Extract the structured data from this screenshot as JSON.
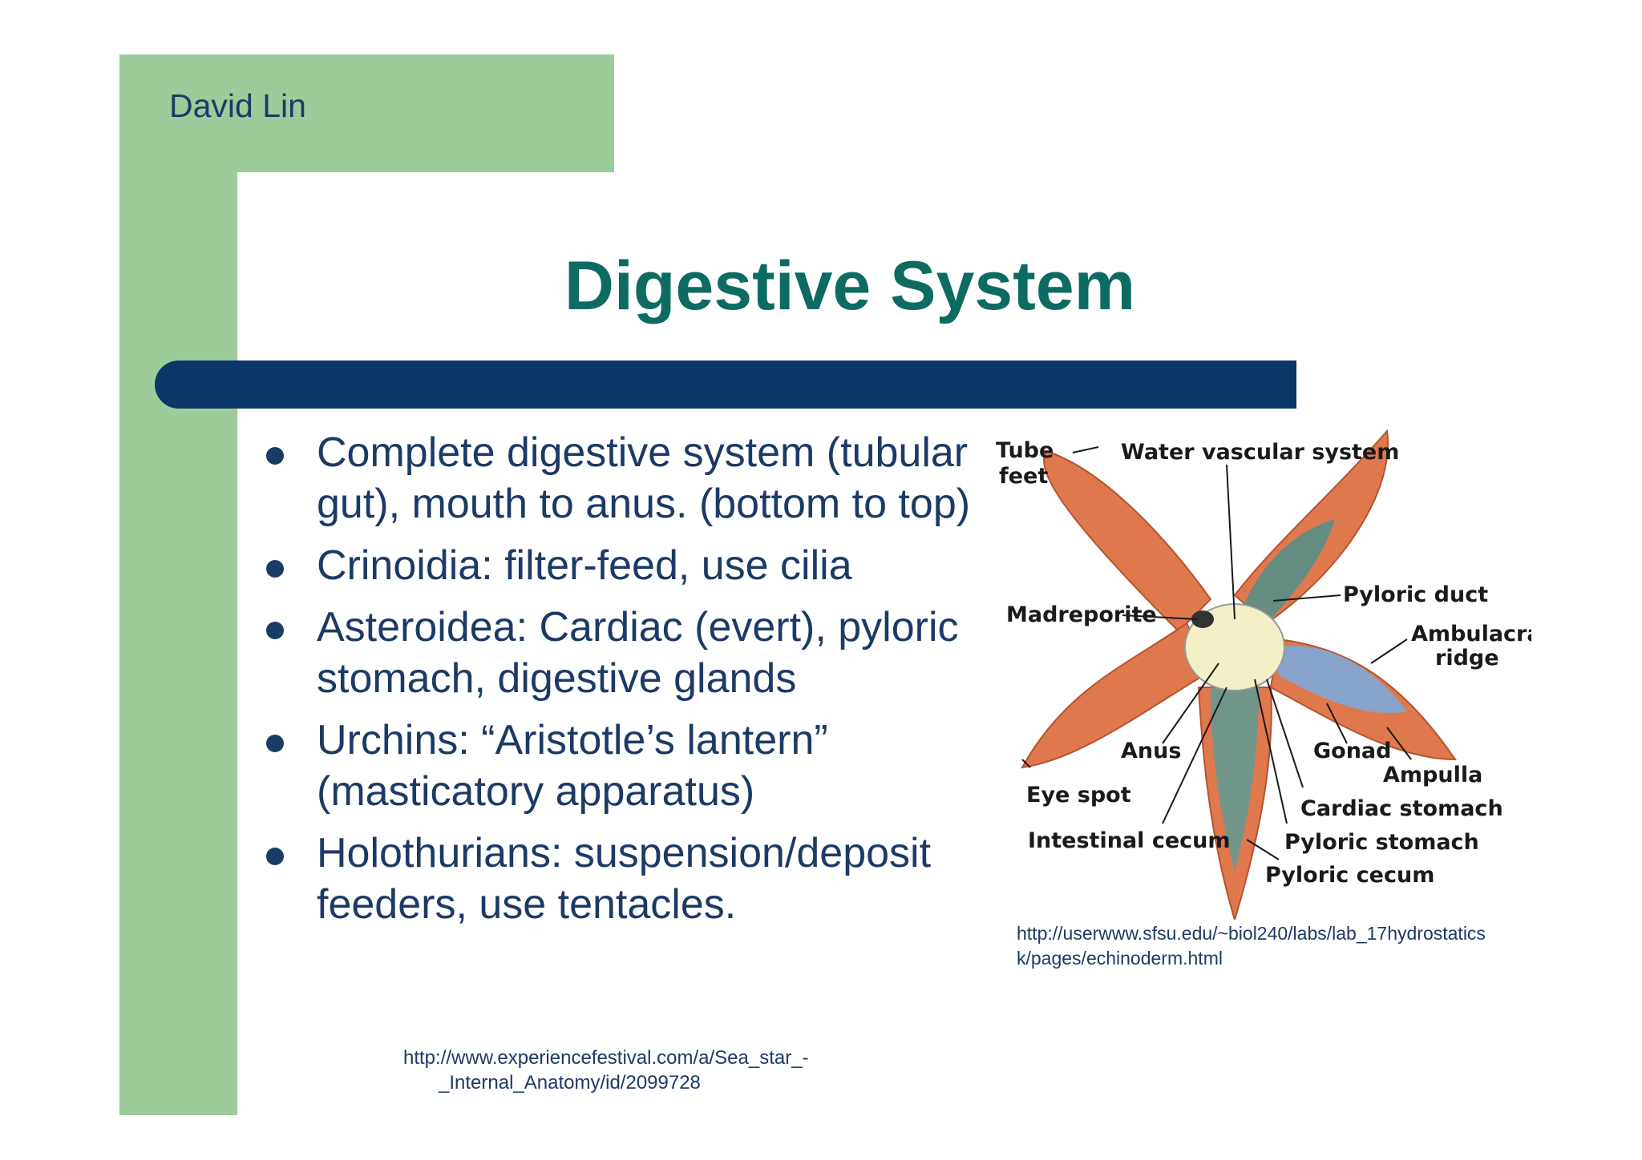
{
  "slide": {
    "author": "David Lin",
    "title": "Digestive System",
    "bullets": [
      "Complete digestive system (tubular gut), mouth to anus. (bottom to top)",
      "Crinoidia: filter-feed, use cilia",
      "Asteroidea: Cardiac (evert), pyloric stomach, digestive glands",
      "Urchins: “Aristotle’s lantern” (masticatory apparatus)",
      "Holothurians: suspension/deposit feeders, use tentacles."
    ],
    "source_left_line1": "http://www.experiencefestival.com/a/Sea_star_-",
    "source_left_line2": "_Internal_Anatomy/id/2099728",
    "source_right_line1": "http://userwww.sfsu.edu/~biol240/labs/lab_17hydrostatics",
    "source_right_line2": "k/pages/echinoderm.html"
  },
  "diagram_labels": {
    "tube": "Tube",
    "feet": "feet",
    "water_vascular": "Water vascular system",
    "madreporite": "Madreporite",
    "pyloric_duct": "Pyloric duct",
    "ambulacral": "Ambulacral",
    "ridge": "ridge",
    "anus": "Anus",
    "gonad": "Gonad",
    "ampulla": "Ampulla",
    "eye_spot": "Eye spot",
    "cardiac_stomach": "Cardiac stomach",
    "intestinal_cecum": "Intestinal cecum",
    "pyloric_stomach": "Pyloric stomach",
    "pyloric_cecum": "Pyloric cecum"
  },
  "colors": {
    "accent_green": "#9ccc9a",
    "title_teal": "#0d6b62",
    "navy": "#0b3668",
    "text_navy": "#1c3a66",
    "arm_orange": "#e0784e"
  }
}
